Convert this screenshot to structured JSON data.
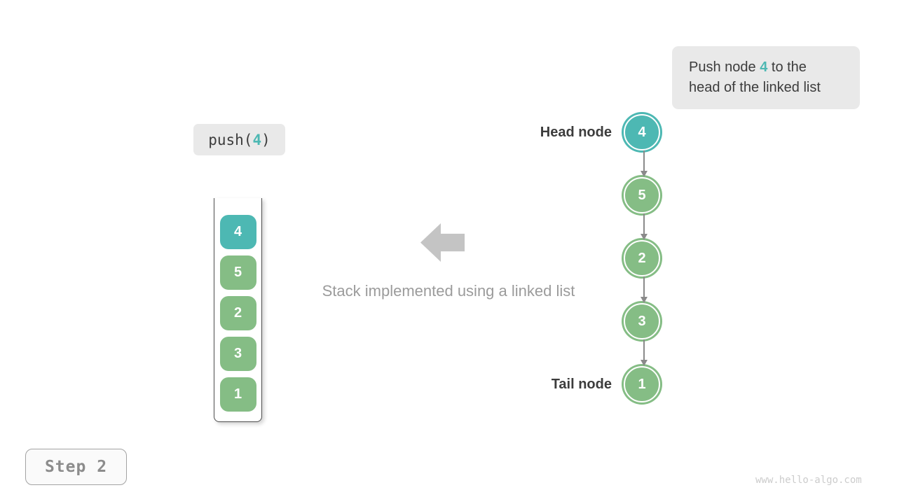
{
  "note": {
    "line1_prefix": "Push node ",
    "line1_value": "4",
    "line1_suffix": " to the",
    "line2": "head of the linked list"
  },
  "operation": {
    "prefix": "push(",
    "value": "4",
    "suffix": ")"
  },
  "stack": {
    "items": [
      {
        "value": "4",
        "state": "new"
      },
      {
        "value": "5",
        "state": "existing"
      },
      {
        "value": "2",
        "state": "existing"
      },
      {
        "value": "3",
        "state": "existing"
      },
      {
        "value": "1",
        "state": "existing"
      }
    ]
  },
  "linked_list": {
    "head_label": "Head node",
    "tail_label": "Tail node",
    "nodes": [
      {
        "value": "4",
        "state": "new"
      },
      {
        "value": "5",
        "state": "existing"
      },
      {
        "value": "2",
        "state": "existing"
      },
      {
        "value": "3",
        "state": "existing"
      },
      {
        "value": "1",
        "state": "existing"
      }
    ]
  },
  "caption": "Stack implemented using a linked list",
  "step": {
    "label": "Step 2"
  },
  "watermark": "www.hello-algo.com",
  "colors": {
    "teal": "#4DB8B3",
    "green": "#85BD85",
    "box_bg": "#E9E9E9",
    "text_dark": "#3C3C3C",
    "caption_gray": "#9B9B9B",
    "arrow_gray": "#C4C4C4",
    "link_gray": "#8A8A8A"
  }
}
